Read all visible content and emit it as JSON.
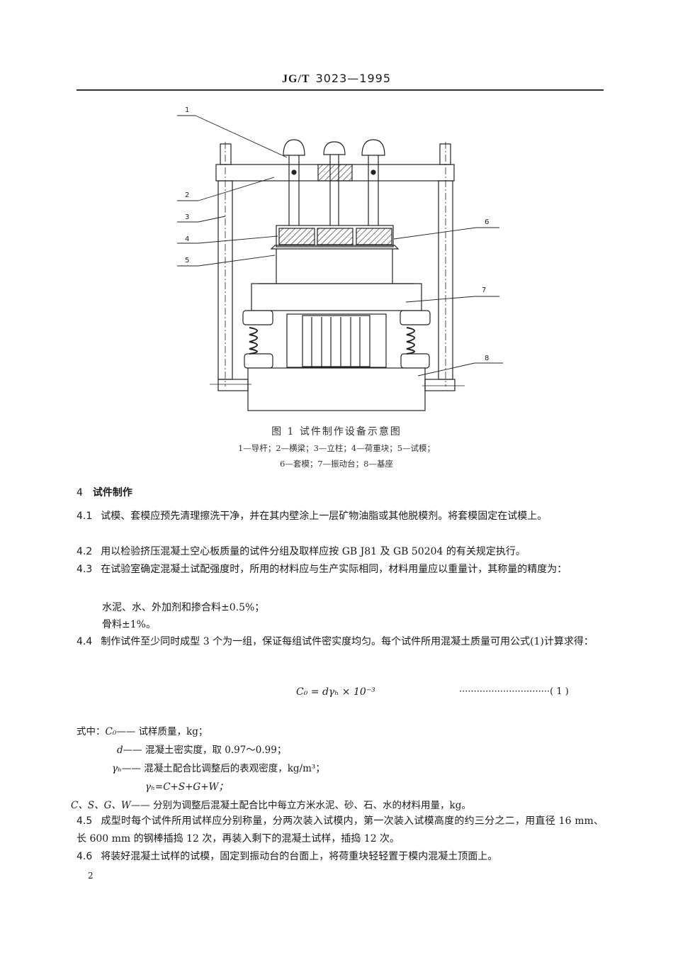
{
  "header": {
    "code": "JG/T",
    "number": "3023—1995"
  },
  "figure": {
    "title": "图 1   试件制作设备示意图",
    "legend_line1": "1—导杆；2—横梁；3—立柱；4—荷重块；5—试模；",
    "legend_line2": "6—套模；7—振动台；8—基座",
    "callouts": [
      "1",
      "2",
      "3",
      "4",
      "5",
      "6",
      "7",
      "8"
    ]
  },
  "section": {
    "number": "4",
    "title": "试件制作"
  },
  "paragraphs": {
    "p41_num": "4.1",
    "p41_text": "试模、套模应预先清理擦洗干净，并在其内壁涂上一层矿物油脂或其他脱模剂。将套模固定在试模上。",
    "p42_num": "4.2",
    "p42_text": "用以检验挤压混凝土空心板质量的试件分组及取样应按 GB J81 及 GB 50204 的有关规定执行。",
    "p43_num": "4.3",
    "p43_text": "在试验室确定混凝土试配强度时，所用的材料应与生产实际相同，材料用量应以重量计，其称量的精度为：",
    "p43_item1": "水泥、水、外加剂和掺合料±0.5%；",
    "p43_item2": "骨料±1%。",
    "p44_num": "4.4",
    "p44_text": "制作试件至少同时成型 3 个为一组，保证每组试件密实度均匀。每个试件所用混凝土质量可用公式(1)计算求得：",
    "p45_num": "4.5",
    "p45_text": "成型时每个试件所用试样应分别称量，分两次装入试模内，第一次装入试模高度的约三分之二，用直径 16 mm、长 600 mm 的钢棒插捣 12 次，再装入剩下的混凝土试样，插捣 12 次。",
    "p46_num": "4.6",
    "p46_text": "将装好混凝土试样的试模，固定到振动台的台面上，将荷重块轻轻置于模内混凝土顶面上。"
  },
  "formula": {
    "lhs": "C₀ = dγₕ × 10⁻³",
    "leader": "·······························",
    "label": "( 1 )"
  },
  "where": {
    "intro": "式中：",
    "items": [
      {
        "sym": "C₀",
        "desc": "—— 试样质量，kg；"
      },
      {
        "sym": "d",
        "desc": "—— 混凝土密实度，取 0.97～0.99；"
      },
      {
        "sym": "γₕ",
        "desc": "—— 混凝土配合比调整后的表观密度，kg/m³；"
      },
      {
        "sym": "",
        "desc": "γₕ=C+S+G+W；"
      },
      {
        "sym": "C、S、G、W",
        "desc": "—— 分别为调整后混凝土配合比中每立方米水泥、砂、石、水的材料用量，kg。"
      }
    ]
  },
  "page_number": "2"
}
